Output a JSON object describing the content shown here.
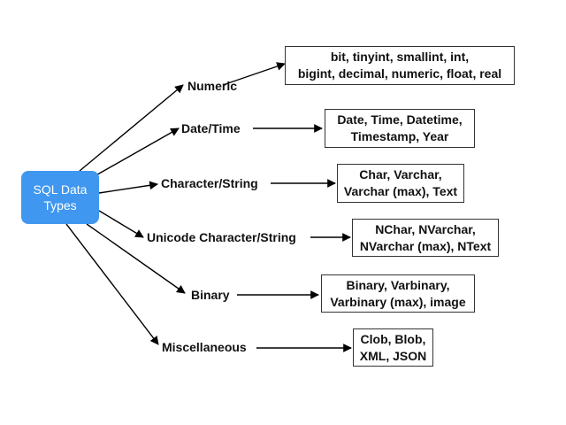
{
  "colors": {
    "root_fill": "#3f97f0",
    "line": "#000000"
  },
  "root": {
    "line1": "SQL Data",
    "line2": "Types"
  },
  "categories": [
    {
      "label": "Numeric",
      "types": [
        "bit, tinyint, smallint, int,",
        "bigint, decimal, numeric, float, real"
      ]
    },
    {
      "label": "Date/Time",
      "types": [
        "Date, Time, Datetime,",
        "Timestamp, Year"
      ]
    },
    {
      "label": "Character/String",
      "types": [
        "Char, Varchar,",
        "Varchar (max), Text"
      ]
    },
    {
      "label": "Unicode Character/String",
      "types": [
        "NChar, NVarchar,",
        "NVarchar (max), NText"
      ]
    },
    {
      "label": "Binary",
      "types": [
        "Binary, Varbinary,",
        "Varbinary (max), image"
      ]
    },
    {
      "label": "Miscellaneous",
      "types": [
        "Clob, Blob,",
        "XML, JSON"
      ]
    }
  ]
}
